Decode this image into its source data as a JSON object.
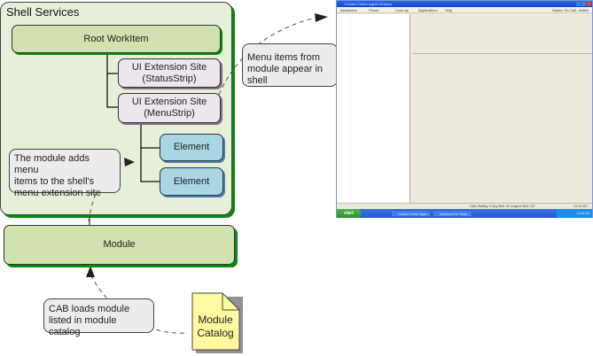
{
  "diagram": {
    "shell_services": {
      "title": "Shell Services"
    },
    "root_workitem": {
      "label": "Root WorkItem"
    },
    "ui_extension_sites": [
      {
        "line1": "UI Extension Site",
        "line2": "(StatusStrip)"
      },
      {
        "line1": "UI Extension Site",
        "line2": "(MenuStrip)"
      }
    ],
    "elements": [
      {
        "label": "Element"
      },
      {
        "label": "Element"
      }
    ],
    "module": {
      "label": "Module"
    },
    "module_catalog": {
      "line1": "Module",
      "line2": "Catalog"
    },
    "callouts": {
      "menu_adds": [
        "The module adds menu",
        "items to the shell's",
        "menu extension site"
      ],
      "menu_appear": [
        "Menu items from",
        "module appear in shell"
      ],
      "cab_loads": [
        "CAB loads module",
        "listed in module catalog"
      ]
    },
    "colors": {
      "shell_fill": "#e6f0d8",
      "green_shadow": "#0a8a0a",
      "workitem_fill": "#cfe2b0",
      "site_fill": "#ece6ee",
      "element_fill": "#a9d6e3",
      "callout_fill": "#ececec",
      "catalog_fill": "#fffaa0"
    }
  },
  "screenshot": {
    "window_title": "Contact Center Agent Desktop",
    "menu_items": [
      "Assistance",
      "Phone",
      "Look Up",
      "Applications",
      "Help"
    ],
    "status_menu": "Status: On Call - Active",
    "status_bar": "Calls Waiting: 6  Avg Wait: 53  Longest Wait: 107",
    "status_time": "11:03 AM",
    "taskbar": {
      "start_label": "start",
      "tasks": [
        "Contact Center Agen...",
        "Softphone for Testin..."
      ],
      "clock": "11:03 AM"
    }
  }
}
